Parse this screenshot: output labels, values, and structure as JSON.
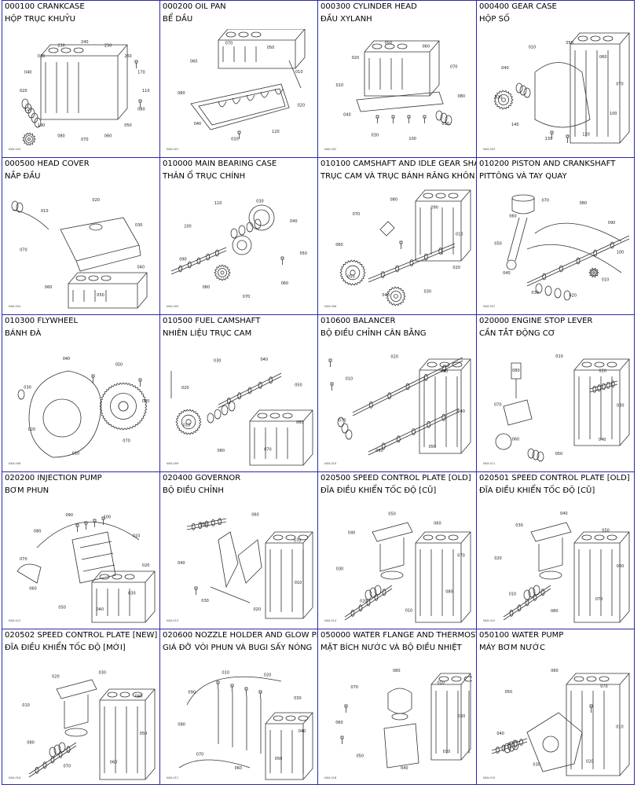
{
  "items": [
    {
      "code": "000100 CRANKCASE",
      "vn": "HỘP TRỤC KHUỶU",
      "kind": "block",
      "icon": "crankcase-icon",
      "callouts": [
        "110",
        "080",
        "050",
        "060",
        "070",
        "080",
        "190",
        "120",
        "020",
        "040",
        "030",
        "230",
        "240",
        "250",
        "260",
        "170"
      ],
      "ref": "NXX-UX1"
    },
    {
      "code": "000200 OIL PAN",
      "vn": "BỂ DẦU",
      "kind": "pan",
      "icon": "oil-pan-icon",
      "callouts": [
        "120",
        "030",
        "040",
        "080",
        "060",
        "070",
        "050",
        "010",
        "020"
      ],
      "ref": "NXX-001"
    },
    {
      "code": "000300 CYLINDER HEAD",
      "vn": "ĐẦU XYLANH",
      "kind": "head",
      "icon": "cylinder-head-icon",
      "callouts": [
        "030",
        "040",
        "010",
        "020",
        "050",
        "060",
        "070",
        "080",
        "090",
        "100"
      ],
      "ref": "NXX-002"
    },
    {
      "code": "000400 GEAR CASE",
      "vn": "HỘP SỐ",
      "kind": "case",
      "icon": "gear-case-icon",
      "callouts": [
        "030",
        "040",
        "010",
        "050",
        "060",
        "070",
        "100",
        "120",
        "130",
        "140"
      ],
      "ref": "NXX-003"
    },
    {
      "code": "000500 HEAD COVER",
      "vn": "NẮP ĐẦU",
      "kind": "cover",
      "icon": "head-cover-icon",
      "callouts": [
        "010",
        "020",
        "030",
        "040",
        "050",
        "060",
        "070"
      ],
      "ref": "NXX-004"
    },
    {
      "code": "010000 MAIN BEARING CASE",
      "vn": "THÂN Ổ TRỤC CHÍNH",
      "kind": "bearing",
      "icon": "main-bearing-icon",
      "callouts": [
        "030",
        "040",
        "050",
        "060",
        "070",
        "080",
        "090",
        "100",
        "110"
      ],
      "ref": "NXX-005"
    },
    {
      "code": "010100 CAMSHAFT AND IDLE GEAR SHA",
      "vn": "TRỤC CAM VÀ TRỤC BÁNH RĂNG KHÔN",
      "kind": "camshaft",
      "icon": "camshaft-icon",
      "callouts": [
        "010",
        "020",
        "030",
        "040",
        "050",
        "060",
        "070",
        "080",
        "090"
      ],
      "ref": "NXX-006"
    },
    {
      "code": "010200 PISTON AND CRANKSHAFT",
      "vn": "PITTÔNG VÀ TAY QUAY",
      "kind": "crankshaft",
      "icon": "piston-crankshaft-icon",
      "callouts": [
        "010",
        "020",
        "030",
        "040",
        "050",
        "060",
        "070",
        "080",
        "090",
        "100"
      ],
      "ref": "NXX-007"
    },
    {
      "code": "010300 FLYWHEEL",
      "vn": "BÁNH ĐÀ",
      "kind": "flywheel",
      "icon": "flywheel-icon",
      "callouts": [
        "010",
        "020",
        "030",
        "040",
        "050",
        "060",
        "070"
      ],
      "ref": "NXX-008"
    },
    {
      "code": "010500 FUEL CAMSHAFT",
      "vn": "NHIÊN LIỆU TRỤC CAM",
      "kind": "fuelcam",
      "icon": "fuel-camshaft-icon",
      "callouts": [
        "010",
        "020",
        "030",
        "040",
        "050",
        "060",
        "070",
        "080"
      ],
      "ref": "NXX-009"
    },
    {
      "code": "010600 BALANCER",
      "vn": "BỘ ĐIỀU CHỈNH CÂN BẰNG",
      "kind": "balancer",
      "icon": "balancer-icon",
      "callouts": [
        "010",
        "020",
        "030",
        "040",
        "050",
        "060",
        "070"
      ],
      "ref": "NXX-010"
    },
    {
      "code": "020000 ENGINE STOP LEVER",
      "vn": "CẦN TẮT ĐỘNG CƠ",
      "kind": "lever",
      "icon": "stop-lever-icon",
      "callouts": [
        "010",
        "020",
        "030",
        "040",
        "050",
        "060",
        "070",
        "080"
      ],
      "ref": "NXX-011"
    },
    {
      "code": "020200 INJECTION PUMP",
      "vn": "BƠM PHUN",
      "kind": "pump",
      "icon": "injection-pump-icon",
      "callouts": [
        "010",
        "020",
        "030",
        "040",
        "050",
        "060",
        "070",
        "080",
        "090",
        "100"
      ],
      "ref": "NXX-012"
    },
    {
      "code": "020400 GOVERNOR",
      "vn": "BỘ ĐIỀU CHỈNH",
      "kind": "governor",
      "icon": "governor-icon",
      "callouts": [
        "010",
        "020",
        "030",
        "040",
        "050",
        "060",
        "070"
      ],
      "ref": "NXX-013"
    },
    {
      "code": "020500 SPEED CONTROL PLATE [OLD]",
      "vn": "ĐĨA ĐIỀU KHIỂN TỐC ĐỘ [CŨ]",
      "kind": "speed",
      "icon": "speed-control-plate-icon",
      "callouts": [
        "010",
        "020",
        "030",
        "040",
        "050",
        "060",
        "070",
        "080"
      ],
      "ref": "NXX-014"
    },
    {
      "code": "020501 SPEED CONTROL PLATE [OLD]",
      "vn": "ĐĨA ĐIỀU KHIỂN TỐC ĐỘ [CŨ]",
      "kind": "speed",
      "icon": "speed-control-plate-icon",
      "callouts": [
        "010",
        "020",
        "030",
        "040",
        "050",
        "060",
        "070",
        "080"
      ],
      "ref": "NXX-015"
    },
    {
      "code": "020502 SPEED CONTROL PLATE [NEW]",
      "vn": "ĐĨA ĐIỀU KHIỂN TỐC ĐỘ [MỚI]",
      "kind": "speed",
      "icon": "speed-control-plate-icon",
      "callouts": [
        "010",
        "020",
        "030",
        "040",
        "050",
        "060",
        "070",
        "080"
      ],
      "ref": "NXX-016"
    },
    {
      "code": "020600 NOZZLE HOLDER AND GLOW PL",
      "vn": "GIÁ ĐỠ VÒI PHUN VÀ BUGI SẤY NÓNG",
      "kind": "nozzle",
      "icon": "nozzle-holder-icon",
      "callouts": [
        "010",
        "020",
        "030",
        "040",
        "050",
        "060",
        "070",
        "080",
        "090"
      ],
      "ref": "NXX-017"
    },
    {
      "code": "050000 WATER FLANGE AND THERMOST",
      "vn": "MẶT BÍCH NƯỚC VÀ BỘ ĐIỀU NHIỆT",
      "kind": "thermo",
      "icon": "water-flange-icon",
      "callouts": [
        "010",
        "020",
        "030",
        "040",
        "050",
        "060",
        "070",
        "080"
      ],
      "ref": "NXX-018"
    },
    {
      "code": "050100 WATER PUMP",
      "vn": "MÁY BƠM NƯỚC",
      "kind": "waterpump",
      "icon": "water-pump-icon",
      "callouts": [
        "010",
        "020",
        "030",
        "040",
        "050",
        "060",
        "070"
      ],
      "ref": "NXX-019"
    }
  ],
  "colors": {
    "border": "#2a2aa8",
    "line": "#333333",
    "fill": "#e9e9e9"
  }
}
